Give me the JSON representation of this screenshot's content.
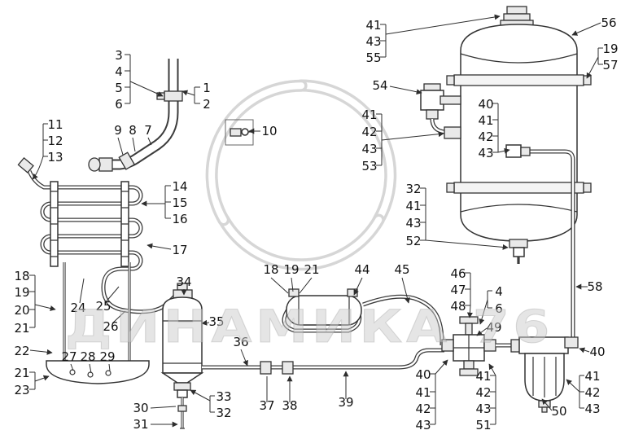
{
  "watermark": {
    "text": "ДИНАМИКА 76"
  },
  "colors": {
    "line": "#333333",
    "label": "#121212",
    "light_fill": "#e9e9e9",
    "watermark": "#cccccc",
    "background": "#ffffff"
  },
  "callouts": {
    "inlet_pipe": [
      "1",
      "2"
    ],
    "inlet_clamp": [
      "3",
      "4",
      "5",
      "6"
    ],
    "inlet_elbow": [
      "9",
      "8",
      "7"
    ],
    "tee_fitting": [
      "10"
    ],
    "coil_inlet_hose": [
      "11",
      "12",
      "13"
    ],
    "coil_clamps": [
      "14",
      "15",
      "16"
    ],
    "coil": [
      "17"
    ],
    "frame_left": [
      "18",
      "19",
      "20",
      "21"
    ],
    "frame_bracket": [
      "22"
    ],
    "frame_base": [
      "21",
      "23"
    ],
    "coil_outlet": [
      "24",
      "25",
      "26"
    ],
    "base_bolts": [
      "27",
      "28",
      "29"
    ],
    "drain_pipe": [
      "30",
      "31"
    ],
    "dryer_drain": [
      "33",
      "32"
    ],
    "dryer_top": [
      "34"
    ],
    "dryer_body": [
      "35"
    ],
    "dryer_outlet": [
      "36"
    ],
    "pipe_unions": [
      "37",
      "38"
    ],
    "outlet_pipe": [
      "39"
    ],
    "regulator_fittings": [
      "18",
      "19",
      "21"
    ],
    "regulator": [
      "44"
    ],
    "regulator_pipe": [
      "45"
    ],
    "tank_filler": [
      "41",
      "43",
      "55"
    ],
    "tank_valve": [
      "54"
    ],
    "tank_inlet": [
      "41",
      "42",
      "43",
      "53"
    ],
    "tank_drain": [
      "32",
      "41",
      "43",
      "52"
    ],
    "tank": [
      "56"
    ],
    "tank_strap": [
      "19",
      "57"
    ],
    "tank_outlet": [
      "40",
      "41",
      "42",
      "43"
    ],
    "down_pipe": [
      "58"
    ],
    "safety_valve": [
      "46",
      "47",
      "48"
    ],
    "valve_pair": [
      "4",
      "6"
    ],
    "safety_valve_body": [
      "49"
    ],
    "filter_inlet": [
      "40"
    ],
    "filter_unions": [
      "41",
      "42",
      "43"
    ],
    "filter": [
      "50"
    ],
    "valve_unions_left": [
      "40",
      "41",
      "42",
      "43"
    ],
    "valve_unions_right": [
      "41",
      "42",
      "43",
      "51"
    ]
  }
}
